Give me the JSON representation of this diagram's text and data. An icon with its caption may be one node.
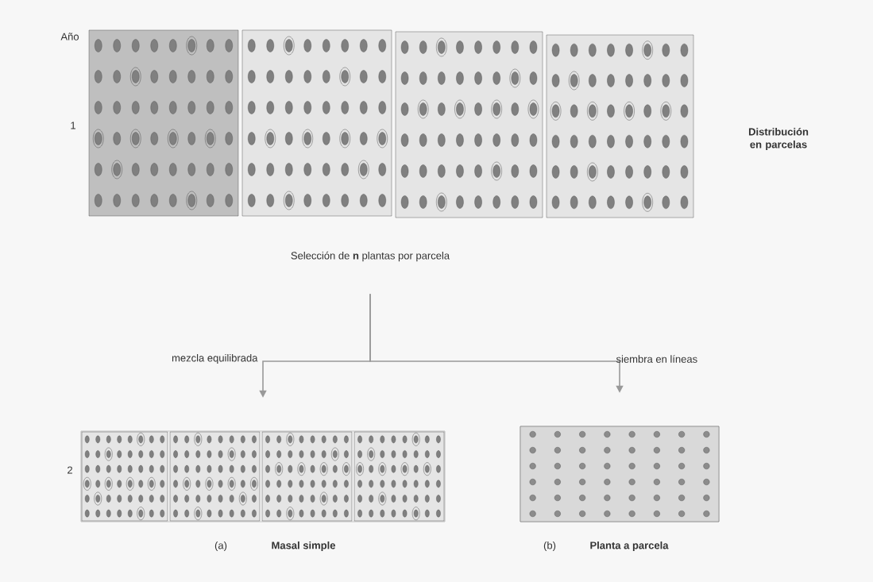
{
  "diagram": {
    "nodes": [
      {
        "text": [
          "Selección de **n** plantas por parcela"
        ]
      },
      {
        "text": [],
        "shape": "box",
        "beside": [
          "(a)",
          "Masal simple"
        ]
      },
      {
        "text": [],
        "shape": "box",
        "beside": [
          "(b)",
          "Planta a parcela"
        ]
      }
    ],
    "edges": [
      {
        "from": 0,
        "to": 1,
        "arrow": "to",
        "label": "mezcla equilibrada"
      },
      {
        "from": 0,
        "to": 2,
        "arrow": "to",
        "label": "siembra en líneas"
      }
    ],
    "labels": [
      "Año",
      "1",
      "Distribución en parcelas",
      "2"
    ]
  }
}
